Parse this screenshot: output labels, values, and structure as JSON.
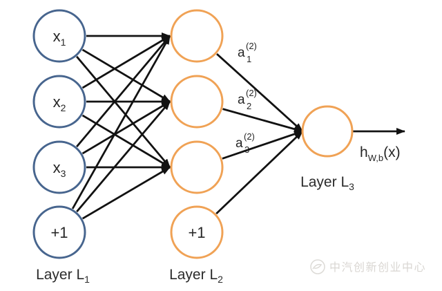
{
  "diagram": {
    "nodes": {
      "x1": {
        "base": "x",
        "sub": "1"
      },
      "x2": {
        "base": "x",
        "sub": "2"
      },
      "x3": {
        "base": "x",
        "sub": "3"
      },
      "bias1": "+1",
      "bias2": "+1"
    },
    "captions": {
      "l1": {
        "base": "Layer L",
        "sub": "1"
      },
      "l2": {
        "base": "Layer L",
        "sub": "2"
      },
      "l3": {
        "base": "Layer L",
        "sub": "3"
      }
    },
    "activations": {
      "a1": {
        "base": "a",
        "sub": "1",
        "sup": "(2)"
      },
      "a2": {
        "base": "a",
        "sub": "2",
        "sup": "(2)"
      },
      "a3": {
        "base": "a",
        "sub": "3",
        "sup": "(2)"
      }
    },
    "output_label": {
      "base": "h",
      "sub": "W,b",
      "rest": "(x)"
    }
  },
  "watermark": {
    "text": "中汽创新创业中心"
  },
  "colors": {
    "input_node_stroke": "#47658e",
    "hidden_node_stroke": "#f0a255",
    "edge": "#121212",
    "text": "#262626",
    "watermark": "#d9d6d2"
  }
}
